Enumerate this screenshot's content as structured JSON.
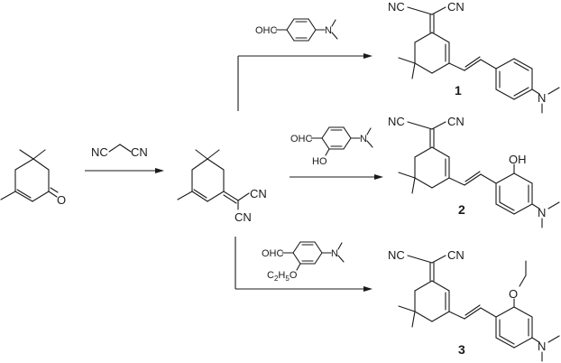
{
  "scheme": {
    "starting_material": {
      "name": "isophorone",
      "atoms": {
        "carbonyl_O": "O"
      }
    },
    "step1": {
      "reagent": {
        "left": "NC",
        "right": "CN"
      }
    },
    "intermediate": {
      "atoms": {
        "cn_upper": "CN",
        "cn_lower": "CN"
      }
    },
    "reagent_a": {
      "aldehyde": "OHC",
      "amine": "N"
    },
    "reagent_b": {
      "aldehyde": "OHC",
      "amine": "N",
      "hydroxy": "HO"
    },
    "reagent_c": {
      "aldehyde": "OHC",
      "amine": "N",
      "ethoxy_c": "C",
      "ethoxy_2": "2",
      "ethoxy_h": "H",
      "ethoxy_5": "5",
      "ethoxy_o": "O"
    },
    "products": [
      {
        "label": "1",
        "nc": "NC",
        "cn": "CN",
        "amine": "N"
      },
      {
        "label": "2",
        "nc": "NC",
        "cn": "CN",
        "amine": "N",
        "hydroxy": "OH"
      },
      {
        "label": "3",
        "nc": "NC",
        "cn": "CN",
        "amine": "N",
        "ethoxy_o": "O"
      }
    ]
  }
}
